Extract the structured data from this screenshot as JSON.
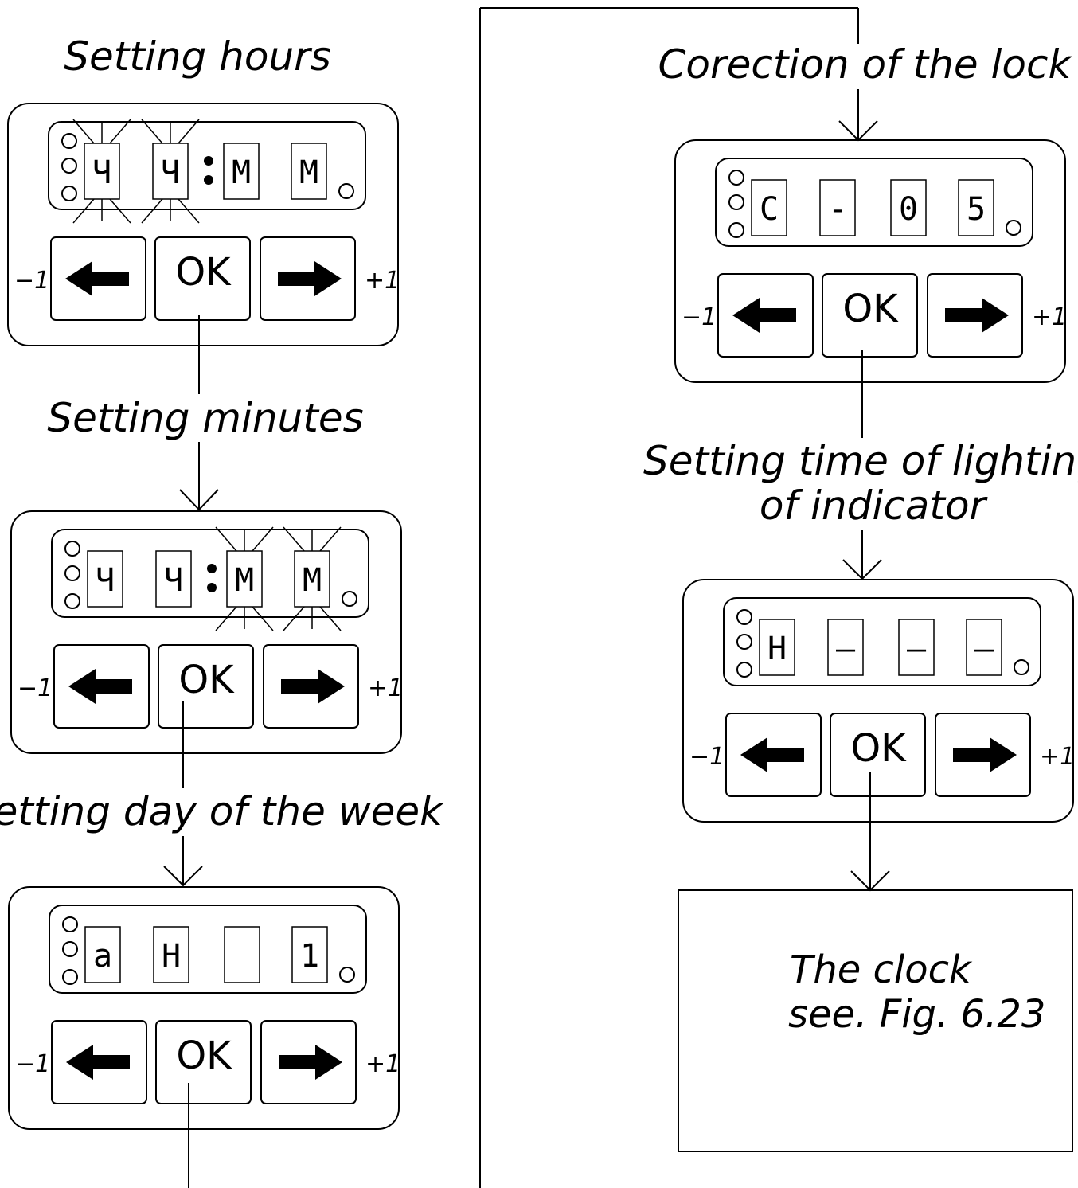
{
  "labels": {
    "setting_hours": "Setting hours",
    "setting_minutes": "Setting minutes",
    "setting_day": "Setting day of the week",
    "correction": "Corection of the lock",
    "lighting_1": "Setting time of lighting",
    "lighting_2": "of indicator",
    "clock_1": "The clock",
    "clock_2": "see. Fig. 6.23"
  },
  "buttons": {
    "ok": "OK",
    "minus": "−1",
    "plus": "+1",
    "left": "left-arrow-icon",
    "right": "right-arrow-icon"
  },
  "panels": [
    {
      "id": "hours",
      "digits": [
        "Ч",
        "Ч",
        "M",
        "M"
      ],
      "colon": true,
      "blink": [
        0,
        1
      ]
    },
    {
      "id": "minutes",
      "digits": [
        "Ч",
        "Ч",
        "M",
        "M"
      ],
      "colon": true,
      "blink": [
        2,
        3
      ]
    },
    {
      "id": "day",
      "digits": [
        "a",
        "H",
        "",
        "1"
      ],
      "colon": false,
      "blink": []
    },
    {
      "id": "correction",
      "digits": [
        "C",
        "-",
        "0",
        "5"
      ],
      "colon": false,
      "blink": []
    },
    {
      "id": "lighting",
      "digits": [
        "H",
        "—",
        "—",
        "—"
      ],
      "colon": false,
      "blink": []
    }
  ]
}
